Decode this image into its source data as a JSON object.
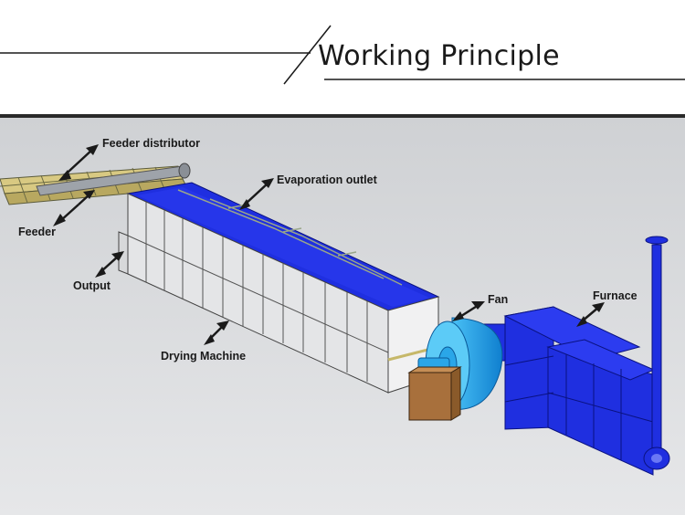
{
  "header": {
    "title": "Working Principle"
  },
  "labels": {
    "feeder_distributor": "Feeder distributor",
    "evaporation_outlet": "Evaporation outlet",
    "feeder": "Feeder",
    "output": "Output",
    "fan": "Fan",
    "furnace": "Furnace",
    "drying_machine": "Drying Machine"
  },
  "colors": {
    "machine_blue": "#1f2fe0",
    "fan_blue": "#1aa0e8",
    "frame_gray": "#c9ccd0",
    "motor_box": "#b07a45"
  }
}
